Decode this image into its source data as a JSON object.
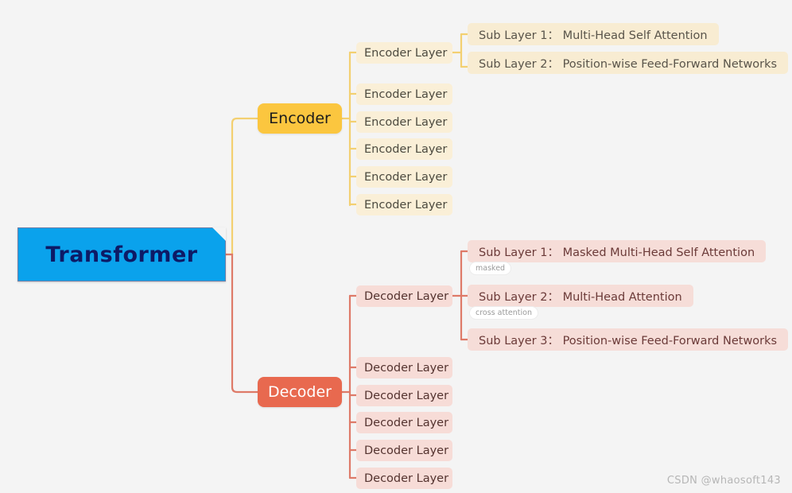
{
  "background": "#f4f4f4",
  "root": {
    "label": "Transformer",
    "color": "#0aa2ec",
    "text_color": "#0d1a66"
  },
  "branches": [
    {
      "key": "encoder",
      "label": "Encoder",
      "color": "#fbc63f",
      "text_color": "#1c1c1c",
      "layer_color": "#faefd7",
      "layers": [
        "Encoder Layer",
        "Encoder Layer",
        "Encoder Layer",
        "Encoder Layer",
        "Encoder Layer",
        "Encoder Layer"
      ],
      "sub_layers": [
        "Sub Layer 1： Multi-Head Self Attention",
        "Sub Layer 2： Position-wise Feed-Forward Networks"
      ],
      "annotations": []
    },
    {
      "key": "decoder",
      "label": "Decoder",
      "color": "#e8694f",
      "text_color": "#ffffff",
      "layer_color": "#f7dcd7",
      "layers": [
        "Decoder Layer",
        "Decoder Layer",
        "Decoder Layer",
        "Decoder Layer",
        "Decoder Layer",
        "Decoder Layer"
      ],
      "sub_layers": [
        "Sub Layer 1： Masked Multi-Head Self Attention",
        "Sub Layer 2： Multi-Head Attention",
        "Sub Layer 3： Position-wise Feed-Forward Networks"
      ],
      "annotations": [
        "masked",
        "cross attention"
      ]
    }
  ],
  "watermark": "CSDN @whaosoft143"
}
